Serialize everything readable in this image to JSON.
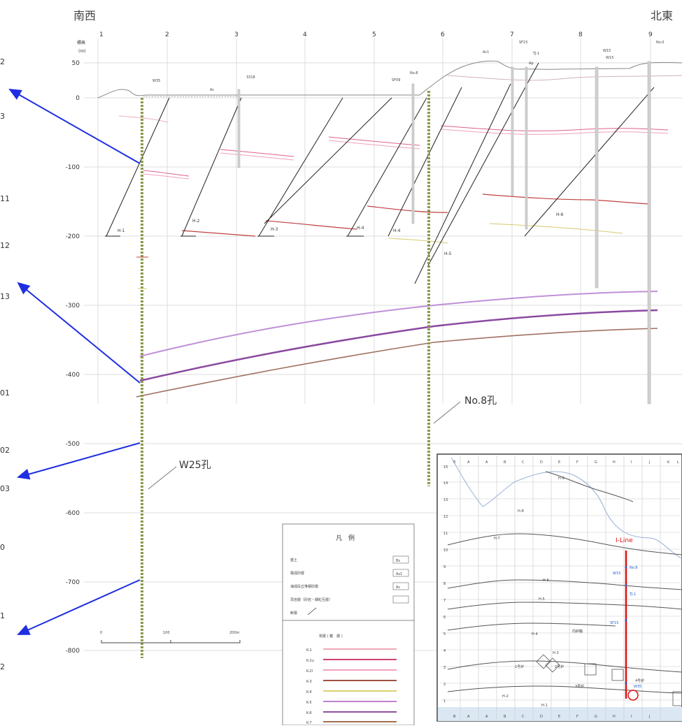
{
  "header": {
    "left": "南西",
    "right": "北東"
  },
  "axis": {
    "unit_label_1": "標高",
    "unit_label_2": "(m)",
    "elevation_ticks": [
      "50",
      "0",
      "-100",
      "-200",
      "-300",
      "-400",
      "-500",
      "-600",
      "-700",
      "-800"
    ],
    "column_numbers": [
      "1",
      "2",
      "3",
      "4",
      "5",
      "6",
      "7",
      "8",
      "9"
    ]
  },
  "boreholes": {
    "top_labels": [
      "W35",
      "3318",
      "SF09",
      "No.8",
      "Ac1",
      "SF15",
      "TJ-1",
      "Ap",
      "W15",
      "W15",
      "No.0",
      "Ac"
    ],
    "w25_label": "W25孔",
    "no8_label": "No.8孔"
  },
  "faults": [
    "H-1",
    "H-2",
    "H-3",
    "H-4",
    "H-4",
    "H-5",
    "H-6"
  ],
  "left_edge_labels": [
    "2",
    "3",
    "11",
    "12",
    "13",
    "01",
    "02",
    "03",
    "0",
    "1",
    "2"
  ],
  "scale_bar": {
    "zero": "0",
    "mid": "100",
    "end": "200m"
  },
  "legend": {
    "title": "凡　例",
    "rows": [
      {
        "label": "盛土",
        "code": "Bs"
      },
      {
        "label": "風成砂層",
        "code": "As1"
      },
      {
        "label": "海成段丘堆積砂層",
        "code": "Ac"
      },
      {
        "label": "頁岩層（砂岩・細粒互層）",
        "code": ""
      },
      {
        "label": "断層",
        "code": ""
      }
    ],
    "coal_title": "炭層 ( 鍵　層 )",
    "coal_seams": [
      {
        "name": "K-1",
        "color": "#f0a8b8"
      },
      {
        "name": "K-2u",
        "color": "#d04070"
      },
      {
        "name": "K-2l",
        "color": "#f0a0c0"
      },
      {
        "name": "K-3",
        "color": "#a05040"
      },
      {
        "name": "K-4",
        "color": "#d8d070"
      },
      {
        "name": "K-5",
        "color": "#c080d0"
      },
      {
        "name": "K-6",
        "color": "#9050a0"
      },
      {
        "name": "K-7",
        "color": "#a07050"
      }
    ]
  },
  "inset": {
    "col_letters": [
      "B",
      "A",
      "A",
      "B",
      "C",
      "D",
      "E",
      "F",
      "G",
      "H",
      "I",
      "J",
      "K",
      "L"
    ],
    "row_numbers": [
      "15",
      "14",
      "13",
      "12",
      "11",
      "10",
      "9",
      "8",
      "7",
      "6",
      "5",
      "4",
      "3",
      "2",
      "1"
    ],
    "section_label": "I-Line",
    "fault_labels": [
      "H-9",
      "H-8",
      "H-7",
      "H-6",
      "H-5",
      "H-4",
      "H-3",
      "H-2",
      "H-1"
    ],
    "reactor_labels": [
      "1号炉",
      "2号炉",
      "3号炉",
      "4号炉"
    ],
    "other_label": "向斜軸",
    "blue_labels": [
      "No.8",
      "W15",
      "TJ-1",
      "SF15",
      "W35"
    ]
  },
  "colors": {
    "arrow": "#1f2ee0",
    "fault_line": "#222222",
    "borehole": "#8a9a4a",
    "section_line": "#e01010",
    "grid": "#d8d8d8"
  }
}
